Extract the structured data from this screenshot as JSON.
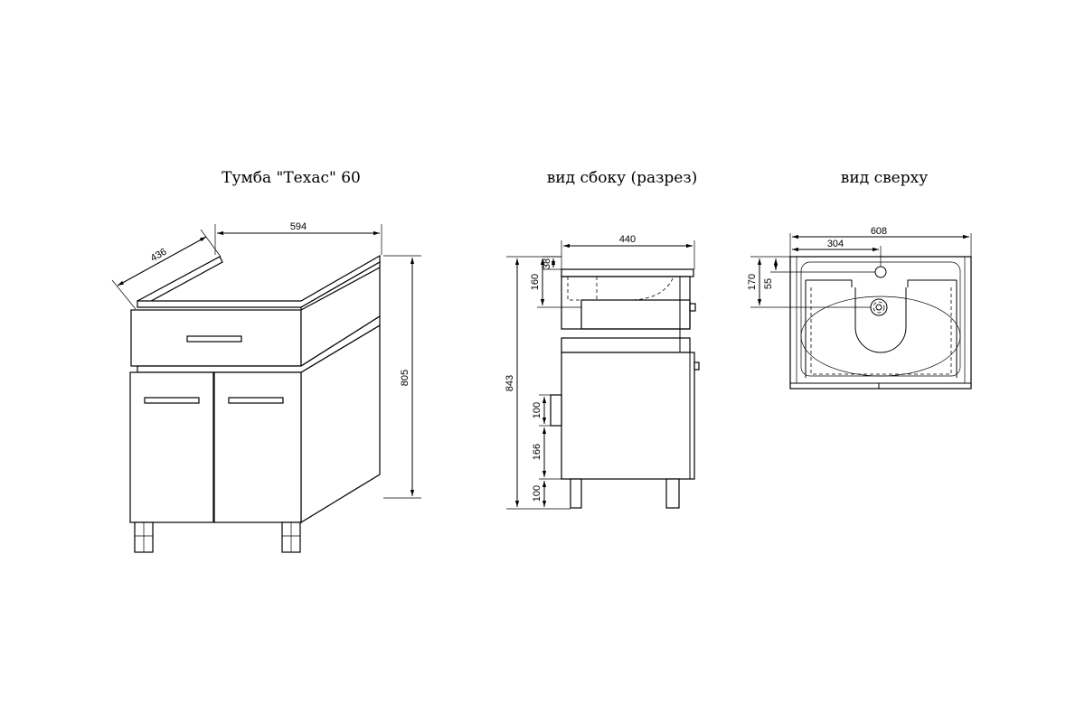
{
  "titles": {
    "main": "Тумба \"Техас\" 60",
    "side": "вид сбоку (разрез)",
    "top": "вид сверху"
  },
  "dimensions": {
    "front": {
      "width": "594",
      "depth": "436",
      "height": "805"
    },
    "side": {
      "depth": "440",
      "overall_height": "843",
      "sink_rim": "38",
      "sink_depth": "160",
      "handle": "100",
      "above_legs": "166",
      "legs": "100"
    },
    "top": {
      "width": "608",
      "half_width": "304",
      "depth": "170",
      "hole_offset": "55"
    }
  },
  "colors": {
    "line": "#000000",
    "background": "#ffffff"
  }
}
